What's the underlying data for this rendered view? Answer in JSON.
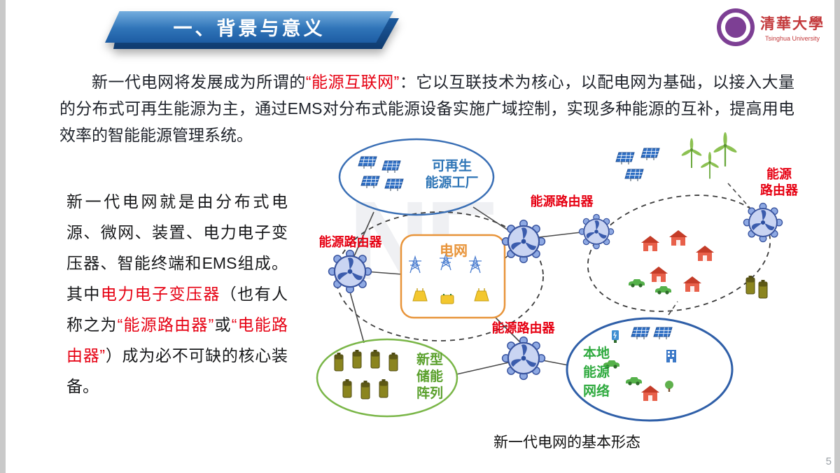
{
  "page_number": "5",
  "header": {
    "title": "一、背景与意义"
  },
  "logo": {
    "name_cn": "清華大學",
    "name_en": "Tsinghua University"
  },
  "intro": {
    "seg1": "新一代电网将发展成为所谓的",
    "seg2_red": "“能源互联网”",
    "seg3": "：它以互联技术为核心，以配电网为基础，以接入大量的分布式可再生能源为主，通过EMS对分布式能源设备实施广域控制，实现多种能源的互补，提高用电效率的智能能源管理系统。"
  },
  "left_text": {
    "seg1": "新一代电网就是由分布式电源、微网、装置、电力电子变压器、智能终端和EMS组成。其中",
    "seg2_red": "电力电子变压器",
    "seg3": "（也有人称之为",
    "seg4_red": "“能源路由器”",
    "seg5": "或",
    "seg6_red": "“电能路由器”",
    "seg7": "）成为必不可缺的核心装备。"
  },
  "diagram": {
    "renewable_factory_label": "可再生\n能源工厂",
    "grid_label": "电网",
    "router_left_label": "能源路由器",
    "router_top_label": "能源路由器",
    "router_bottom_label": "能源路由器",
    "router_right_label": "能源\n路由器",
    "storage_label": "新型\n储能\n阵列",
    "local_network_label": "本地\n能源\n网络",
    "caption": "新一代电网的基本形态",
    "watermark": "NE"
  }
}
